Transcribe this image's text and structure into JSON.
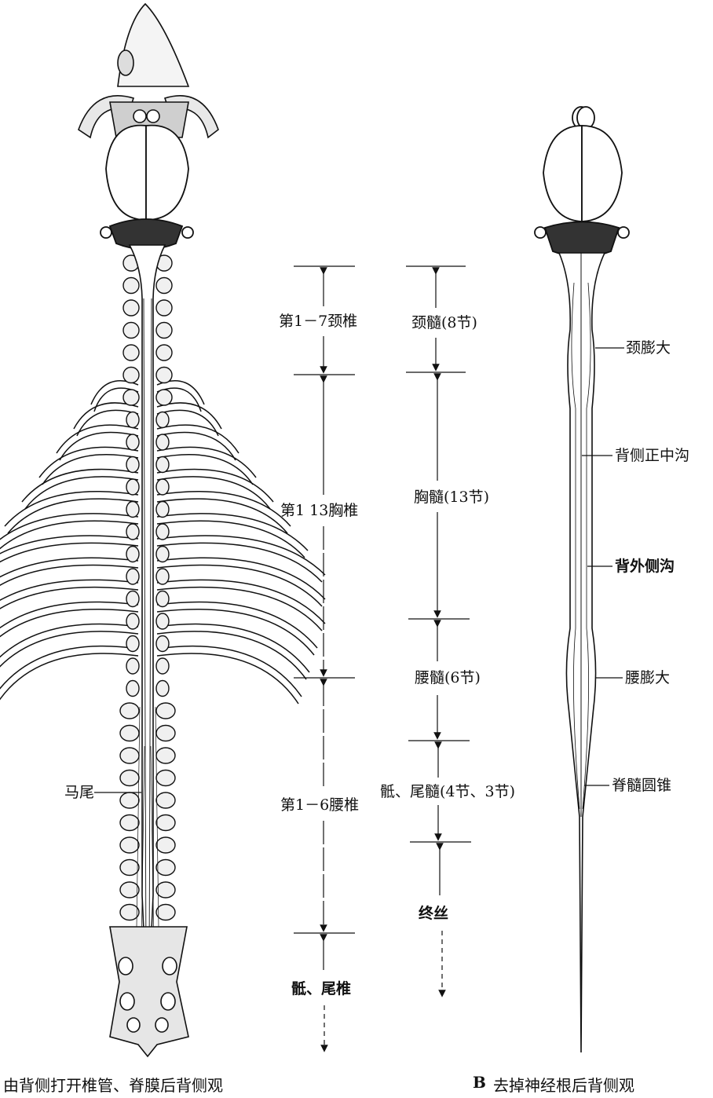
{
  "vertebra_labels": {
    "cervical": "第1－7颈椎",
    "thoracic": "第1  13胸椎",
    "lumbar": "第1－6腰椎",
    "sacral_caudal": "骶、尾椎"
  },
  "segment_labels": {
    "cervical": "颈髓(8节)",
    "thoracic": "胸髓(13节)",
    "lumbar": "腰髓(6节)",
    "sacral_caudal": "骶、尾髓(4节、3节)",
    "filum": "终丝"
  },
  "annotations_a": {
    "cauda_equina": "马尾"
  },
  "annotations_b": {
    "cervical_enlargement": "颈膨大",
    "dorsal_median_sulcus": "背侧正中沟",
    "dorsolateral_sulcus": "背外侧沟",
    "lumbar_enlargement": "腰膨大",
    "conus_medullaris": "脊髓圆锥"
  },
  "captions": {
    "a": "由背侧打开椎管、脊膜后背侧观",
    "b_letter": "B",
    "b": "去掉神经根后背侧观"
  }
}
